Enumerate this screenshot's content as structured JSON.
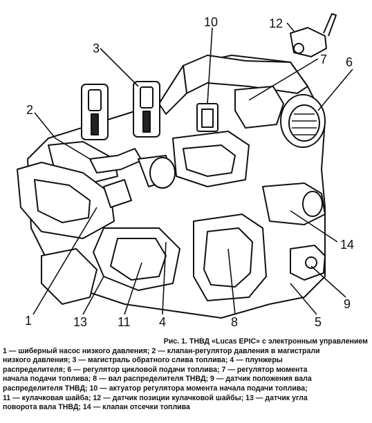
{
  "figure": {
    "callouts": [
      "1",
      "2",
      "3",
      "4",
      "5",
      "6",
      "7",
      "8",
      "9",
      "10",
      "11",
      "12",
      "13",
      "14"
    ]
  },
  "caption": {
    "title": "Рис. 1. ТНВД «Lucas EPIC» с электронным управлением",
    "lines": [
      "1 — шиберный насос низкого давления; 2 — клапан-регулятор давления в магистрали",
      "низкого давления; 3 — магистраль обратного слива топлива; 4 — плунжеры",
      "распределителя; 6 — регулятор цикловой подачи топлива; 7 — регулятор момента",
      "начала подачи топлива; 8 — вал распределителя ТНВД; 9 — датчик положения вала",
      "распределителя ТНВД; 10 — актуатор регулятора момента начала подачи топлива;",
      "11 — кулачковая шайба; 12 — датчик позиции кулачковой шайбы; 13 — датчик угла",
      "поворота вала ТНВД; 14 — клапан отсечки топлива"
    ]
  }
}
